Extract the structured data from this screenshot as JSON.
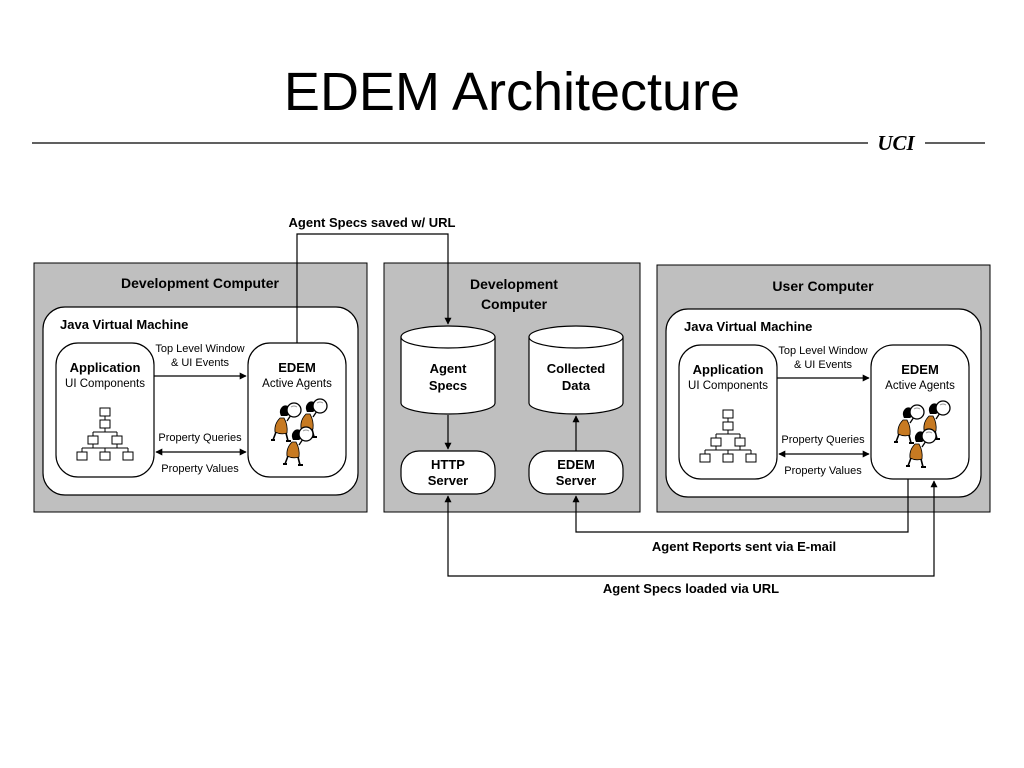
{
  "title": "EDEM Architecture",
  "header_tag": "UCI",
  "panels": {
    "dev_left": {
      "title": "Development Computer",
      "jvm_label": "Java Virtual Machine",
      "app_title": "Application",
      "app_sub": "UI Components",
      "edem_title": "EDEM",
      "edem_sub": "Active Agents",
      "events_line1": "Top Level Window",
      "events_line2": "& UI Events",
      "queries": "Property Queries",
      "values": "Property Values"
    },
    "dev_center": {
      "title_line1": "Development",
      "title_line2": "Computer",
      "specs_line1": "Agent",
      "specs_line2": "Specs",
      "collected_line1": "Collected",
      "collected_line2": "Data",
      "http_line1": "HTTP",
      "http_line2": "Server",
      "edem_server_line1": "EDEM",
      "edem_server_line2": "Server"
    },
    "user": {
      "title": "User Computer",
      "jvm_label": "Java Virtual Machine",
      "app_title": "Application",
      "app_sub": "UI Components",
      "edem_title": "EDEM",
      "edem_sub": "Active Agents",
      "events_line1": "Top Level Window",
      "events_line2": "& UI Events",
      "queries": "Property Queries",
      "values": "Property Values"
    }
  },
  "flows": {
    "saved": "Agent Specs saved w/ URL",
    "reports": "Agent Reports sent via E-mail",
    "loaded": "Agent Specs loaded via URL"
  },
  "icons": {
    "tree": "component-tree-icon",
    "agents": "agent-figures-icon"
  }
}
